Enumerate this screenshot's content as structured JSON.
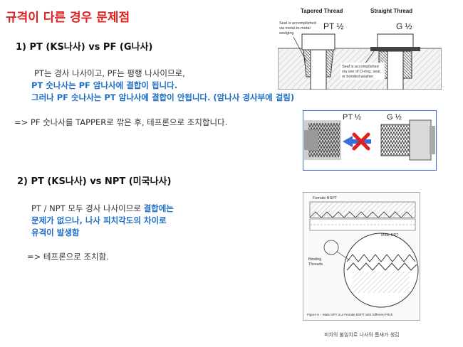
{
  "title": "규격이 다른 경우 문제점",
  "section1": {
    "heading": "1)   PT (KS나사) vs PF (G나사)",
    "line1": "PT는 경사 나사이고, PF는 평행 나사이므로,",
    "line2": "PT 숫나사는 PF 암나사에 결합이 됩니다.",
    "line3": "그러나 PF 숫나사는 PT 암나사에 결합이 안됩니다. (암나사 경사부에 걸림)",
    "line4": "=> PF 숫나사를 TAPPER로 깎은 후, 테프론으로 조치합니다."
  },
  "section2": {
    "heading": "2)   PT (KS나사) vs NPT (미국나사)",
    "line1_plain": "PT / NPT 모두 경사 나사이므로 ",
    "line1_blue": "결합에는",
    "line2": "문제가 없으나, 나사 피치각도의 차이로",
    "line3": "유격이 발생함",
    "line4": "=> 테프론으로 조치함."
  },
  "figure1": {
    "tapered_label": "Tapered Thread",
    "straight_label": "Straight Thread",
    "pt_label": "PT ½",
    "g_label": "G ½",
    "note_left": [
      "Seal is accomplished",
      "via metal-to-metal",
      "wedging"
    ],
    "note_right": [
      "Seal is accomplished",
      "via use of O-ring, seal,",
      "or bonded washer"
    ]
  },
  "figure2": {
    "pt_label": "PT ½",
    "g_label": "G ½"
  },
  "figure3": {
    "female_label": "Female BSPT",
    "male_label": "Male NPT",
    "binding_label": [
      "Binding",
      "Threads"
    ],
    "caption": "Figure 6 – Male NPT in a Female BSPT with Different Pitch",
    "footnote": "피치의 불일치로 나사의 틈새가 생김"
  },
  "colors": {
    "title": "#e02020",
    "accent_blue": "#1f6fc9",
    "x_mark": "#e0201f",
    "arrow": "#3a6fd8"
  }
}
